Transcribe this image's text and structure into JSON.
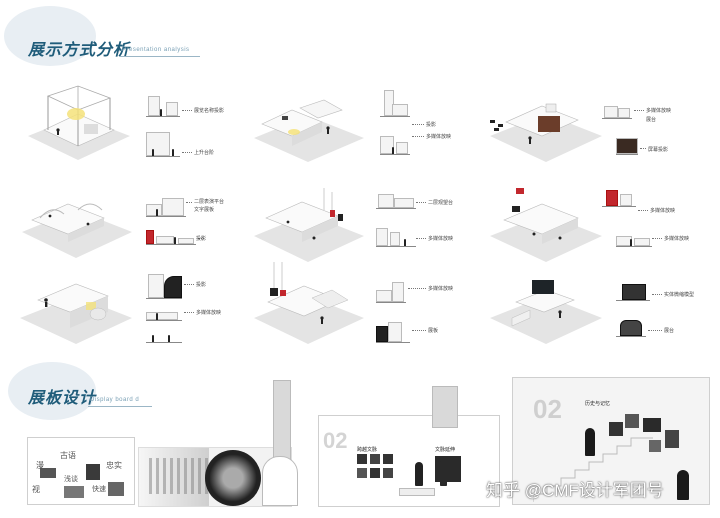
{
  "section1": {
    "title": "展示方式分析",
    "subtitle": "Presentation analysis"
  },
  "section2": {
    "title": "展板设计",
    "subtitle": "Display board d"
  },
  "analysis": {
    "cells": [
      {
        "labels": [
          "展览名称投影",
          "上升台阶"
        ]
      },
      {
        "labels": [
          "投影",
          "多媒体放映"
        ]
      },
      {
        "labels": [
          "多媒体放映",
          "展台",
          "屏幕投影"
        ]
      },
      {
        "labels": [
          "二层表演平台",
          "文字展板",
          "投影"
        ]
      },
      {
        "labels": [
          "二层观望台",
          "多媒体放映"
        ]
      },
      {
        "labels": [
          "多媒体放映",
          "多媒体放映"
        ]
      },
      {
        "labels": [
          "投影",
          "多媒体放映"
        ]
      },
      {
        "labels": [
          "多媒体放映",
          "展板"
        ]
      },
      {
        "labels": [
          "实体微缩模型",
          "展台"
        ]
      }
    ]
  },
  "boards": {
    "board1_words": [
      "古语",
      "漫",
      "忠实",
      "浅谈",
      "快速",
      "视"
    ],
    "board3_number": "02",
    "board3_heading_a": "跨越文脉",
    "board3_heading_b": "文脉延伸",
    "board4_number": "02",
    "board4_heading": "历史与记忆"
  },
  "watermark": "知乎 @CMF设计军团号"
}
